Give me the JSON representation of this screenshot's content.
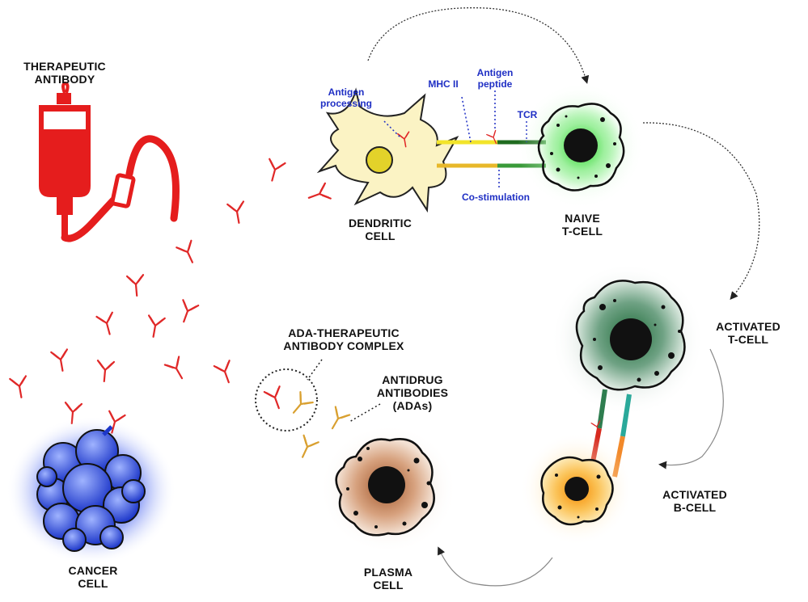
{
  "labels": {
    "therapeutic_antibody": [
      "THERAPEUTIC",
      "ANTIBODY"
    ],
    "dendritic_cell": [
      "DENDRITIC",
      "CELL"
    ],
    "naive_t_cell": [
      "NAIVE",
      "T-CELL"
    ],
    "activated_t_cell": [
      "ACTIVATED",
      "T-CELL"
    ],
    "activated_b_cell": [
      "ACTIVATED",
      "B-CELL"
    ],
    "plasma_cell": [
      "PLASMA",
      "CELL"
    ],
    "cancer_cell": [
      "CANCER",
      "CELL"
    ],
    "ada_complex": [
      "ADA-THERAPEUTIC",
      "ANTIBODY COMPLEX"
    ],
    "adas": [
      "ANTIDRUG",
      "ANTIBODIES",
      "(ADAs)"
    ]
  },
  "annotations": {
    "antigen_processing": [
      "Antigen",
      "processing"
    ],
    "mhc_ii": "MHC II",
    "antigen_peptide": [
      "Antigen",
      "peptide"
    ],
    "tcr": "TCR",
    "co_stimulation": "Co-stimulation"
  },
  "colors": {
    "therapeutic_antibody": "#e02828",
    "ada": "#d9a030",
    "iv_bag": "#e51d1d",
    "dendritic": "#fbf3c4",
    "dendritic_nucleus": "#e3d22a",
    "naive_t": "#7fe07f",
    "activated_t": "#2e6b44",
    "b_cell": "#f5a623",
    "plasma": "#b06a3a",
    "cancer": "#2a4bdc",
    "annotation_text": "#1f2fc4"
  }
}
